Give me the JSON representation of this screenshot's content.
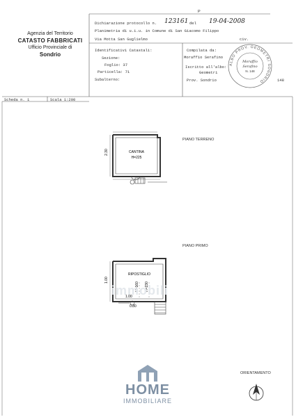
{
  "top_mark": "P",
  "agency": {
    "line1": "Agenzia del Territorio",
    "line2": "CATASTO FABBRICATI",
    "line3": "Ufficio Provinciale di",
    "line4": "Sondrio"
  },
  "declaration": {
    "prefix": "Dichiarazione protocollo n.",
    "number": "123161",
    "del_label": "del",
    "date": "19-04-2008",
    "planimetria": "Planimetria di u.i.u. in Comune di San Giacomo Filippo",
    "address": "Via Motta San Guglielmo",
    "civ": "civ."
  },
  "identificativi": {
    "title": "Identificativi Catastali:",
    "sezione": "Sezione:",
    "foglio": "Foglio: 37",
    "particella": "Particella: 71",
    "subalterno": "Subalterno:"
  },
  "compilata": {
    "title": "Compilata da:",
    "name": "Moraffio Serafino",
    "iscritto": "Iscritto all'albo:",
    "geometri": "Geometri",
    "prov": "Prov. Sondrio",
    "number": "148"
  },
  "stamp": {
    "ring": "ALBO PROV. GEOMETRI SONDRIO",
    "center_line1": "Moraffio",
    "center_line2": "Serafino",
    "center_line3": "N. 148"
  },
  "scheda": {
    "label": "Scheda n. 1",
    "scale": "Scala 1:200"
  },
  "floors": {
    "ground": "PIANO TERRENO",
    "first": "PIANO PRIMO"
  },
  "rooms": {
    "cantina": "CANTINA",
    "cantina_h": "H=225",
    "ripostiglio": "RIPOSTIGLIO",
    "ripostiglio_h1": "H=160",
    "ripostiglio_h2": "H=230",
    "dim1": "2.30",
    "dim2": "1.00",
    "dim3": "1.00",
    "dim4": "0.80"
  },
  "watermark": "immobili",
  "orientamento": "ORIENTAMENTO",
  "logo": {
    "title": "HOME",
    "subtitle": "IMMOBILIARE"
  }
}
